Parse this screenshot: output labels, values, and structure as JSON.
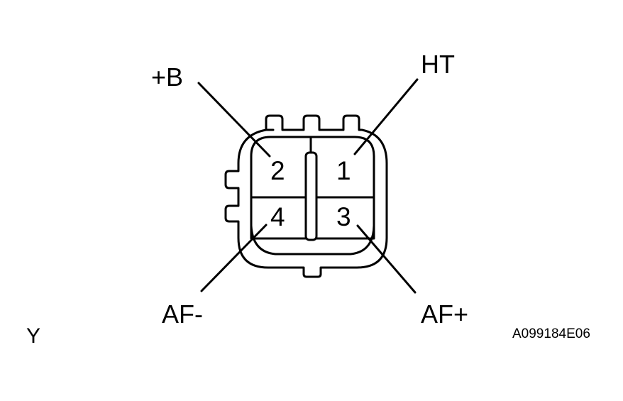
{
  "diagram": {
    "type": "connector-pinout",
    "view_label": "Y",
    "figure_code": "A099184E06",
    "pins": [
      {
        "number": "1",
        "name": "HT"
      },
      {
        "number": "2",
        "name": "+B"
      },
      {
        "number": "3",
        "name": "AF+"
      },
      {
        "number": "4",
        "name": "AF-"
      }
    ],
    "colors": {
      "stroke": "#000000",
      "background": "#ffffff"
    }
  }
}
